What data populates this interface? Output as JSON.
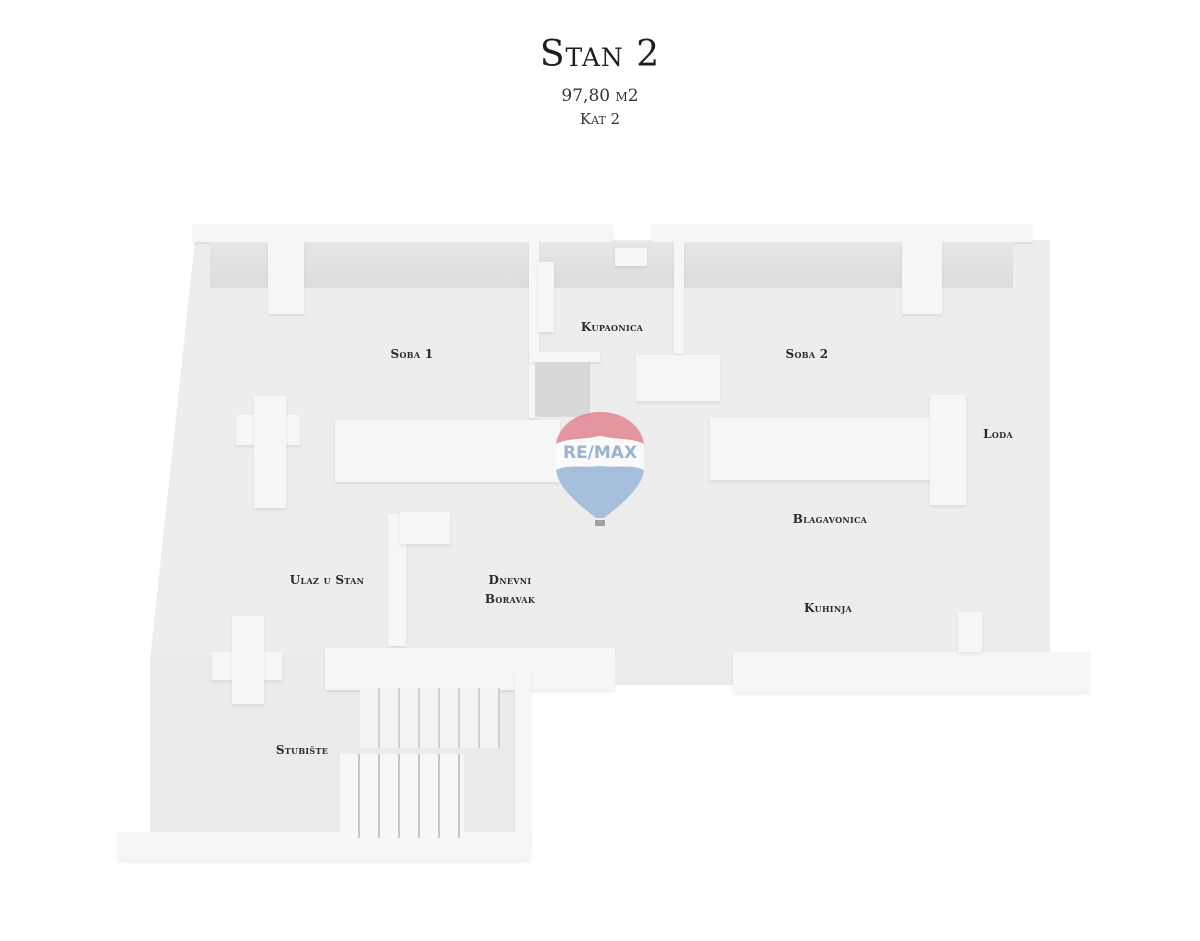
{
  "header": {
    "title": "Stan 2",
    "area": "97,80 m2",
    "floor": "Kat 2"
  },
  "rooms": [
    {
      "name": "Soba 1"
    },
    {
      "name": "Kupaonica"
    },
    {
      "name": "Soba 2"
    },
    {
      "name": "Loda"
    },
    {
      "name": "Blagavonica"
    },
    {
      "name": "Ulaz u Stan"
    },
    {
      "name": "Dnevni Boravak"
    },
    {
      "name": "Kuhinja"
    },
    {
      "name": "Stubište"
    }
  ],
  "watermark": {
    "text": "RE/MAX",
    "colors": {
      "top": "#e07a86",
      "band": "#ffffff",
      "bottom": "#8fb0d8",
      "text": "#7f9fcb"
    }
  }
}
